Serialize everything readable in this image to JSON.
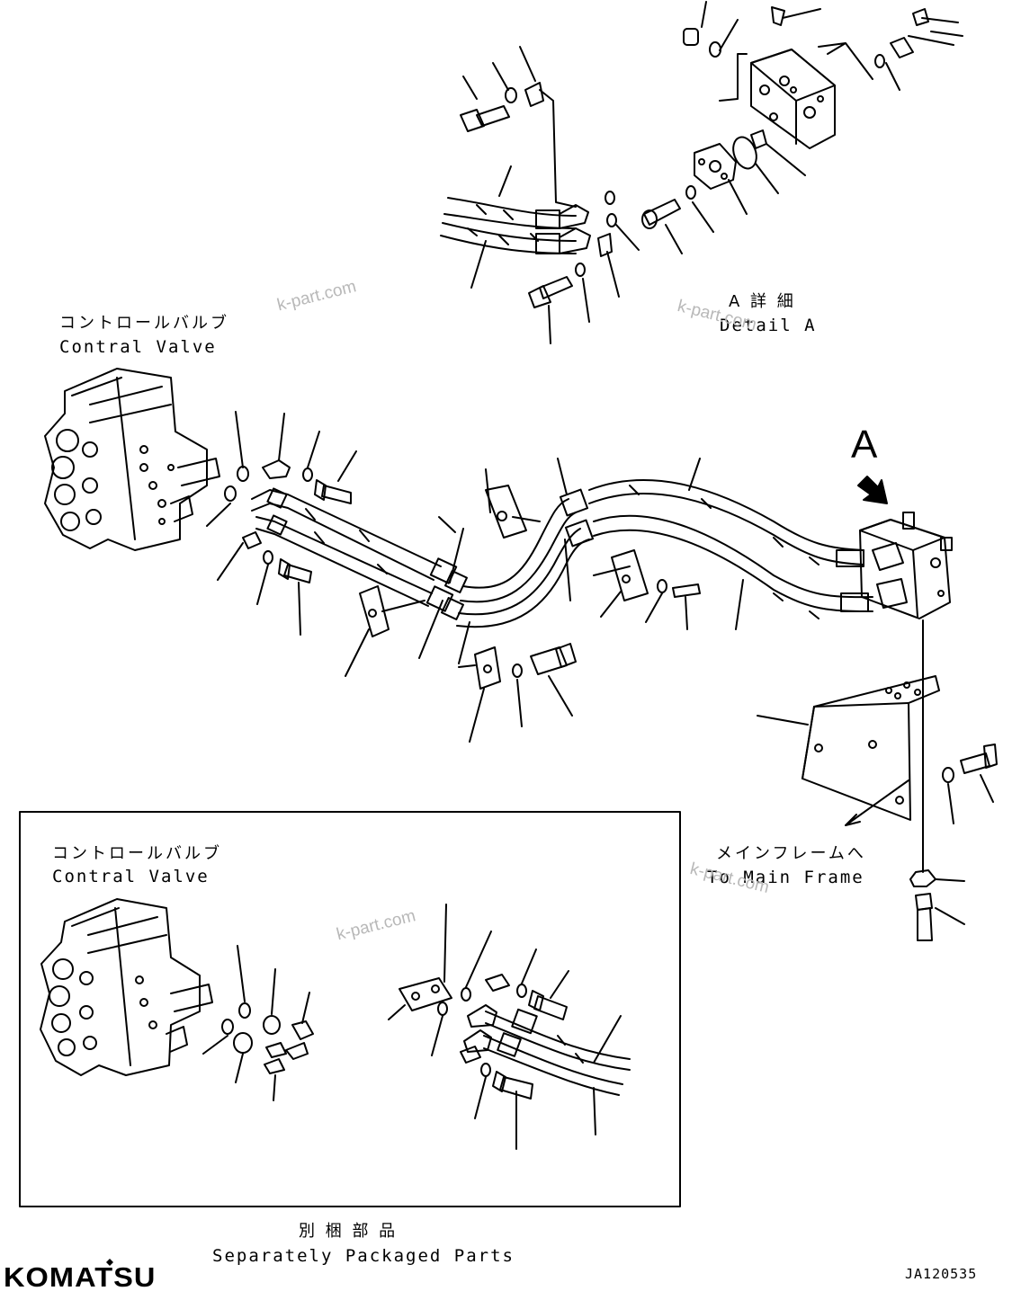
{
  "labels": {
    "control_valve_jp": "コントロールバルブ",
    "control_valve_en": "Contral Valve",
    "detail_jp": "A 詳 細",
    "detail_en": "Detail A",
    "view_marker": "A",
    "main_frame_jp": "メインフレームへ",
    "main_frame_en": "To Main Frame",
    "separate_jp": "別 梱 部 品",
    "separate_en": "Separately Packaged Parts"
  },
  "inset": {
    "control_valve_jp": "コントロールバルブ",
    "control_valve_en": "Contral Valve"
  },
  "watermark": "k-part.com",
  "brand": "KOMATSU",
  "drawing_code": "JA120535"
}
